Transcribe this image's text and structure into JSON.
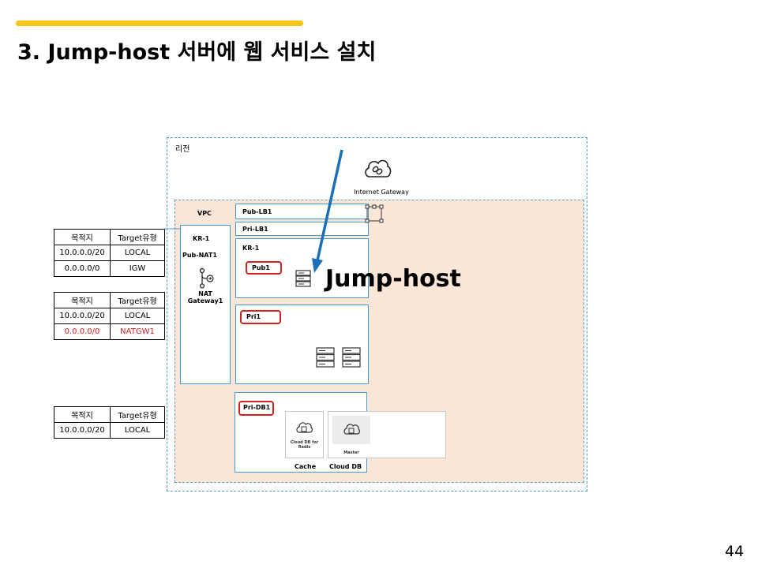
{
  "title": "3. Jump-host 서버에 웹 서비스 설치",
  "page_number": "44",
  "diagram": {
    "region_label": "리전",
    "internet_gateway_label": "Internet Gateway",
    "vpc_label": "VPC",
    "pub_lb": "Pub-LB1",
    "pri_lb": "Pri-LB1",
    "kr1_left": "KR-1",
    "pub_nat": "Pub-NAT1",
    "nat_gateway": "NAT Gateway1",
    "kr1_right": "KR-1",
    "pub_subnet": "Pub1",
    "pri_subnet": "Pri1",
    "pri_db_subnet": "Pri-DB1",
    "jump_host": "Jump-host",
    "redis_label": "Cloud DB for Redis",
    "master_label": "Master",
    "cache_label": "Cache",
    "clouddb_label": "Cloud DB",
    "accent_color": "#1a6fb8",
    "highlight_color": "#d32020",
    "icons": [
      "cloud-link-icon",
      "nat-gateway-icon",
      "server-icon",
      "database-icon",
      "load-balancer-icon",
      "arrow-icon"
    ]
  },
  "route_tables": [
    {
      "headers": [
        "목적지",
        "Target유형"
      ],
      "rows": [
        [
          "10.0.0.0/20",
          "LOCAL",
          false
        ],
        [
          "0.0.0.0/0",
          "IGW",
          false
        ]
      ]
    },
    {
      "headers": [
        "목적지",
        "Target유형"
      ],
      "rows": [
        [
          "10.0.0.0/20",
          "LOCAL",
          false
        ],
        [
          "0.0.0.0/0",
          "NATGW1",
          true
        ]
      ]
    },
    {
      "headers": [
        "목적지",
        "Target유형"
      ],
      "rows": [
        [
          "10.0.0.0/20",
          "LOCAL",
          false
        ]
      ]
    }
  ]
}
